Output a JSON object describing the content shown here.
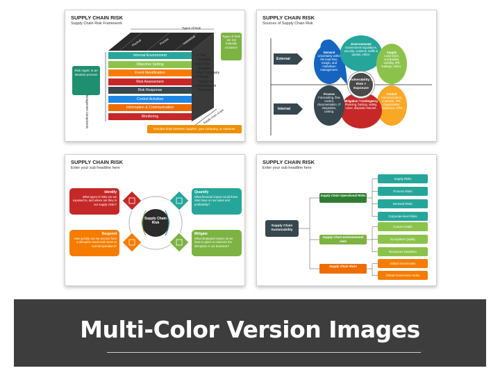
{
  "slides": {
    "s1": {
      "title": "SUPPLY CHAIN RISK",
      "subtitle": "Supply Chain Risk Framework",
      "types_of_risk": "Types of Risk",
      "side_label": "Risk Management Components",
      "front_labels": [
        "Physical",
        "Process",
        "Institutional"
      ],
      "layers": [
        "Internal Environment",
        "Objective Setting",
        "Event Identification",
        "Risk Assessment",
        "Risk Response",
        "Control Activities",
        "Information & Communication",
        "Monitoring"
      ],
      "layer_colors": [
        "#27a69a",
        "#8bc34a",
        "#f57c00",
        "#c62828",
        "#37474f",
        "#1e88e5",
        "#ef6c00",
        "#c62828"
      ],
      "bullets": [
        "X Tier",
        "Supplier",
        "First Tier",
        "Supplier",
        "Your Company",
        "Primary",
        "Customer",
        "Downstream",
        "Customer"
      ],
      "risk_mgmt_box": "Risk mgmt. is an iterative process",
      "types_box": "Types of Risk are not mutually exclusive",
      "chain_scope": "Supply chain scope",
      "footer_box": "Includes links between supplier, your company, & customer"
    },
    "s2": {
      "title": "SUPPLY CHAIN RISK",
      "subtitle": "Sources of Supply Chain Risk",
      "external": "External",
      "internal": "Internal",
      "center": "Vulnerability = Risk × Exposure",
      "petals": [
        {
          "title": "Demand",
          "text": "Uncertainty within the lead time, margin, and markdown management.",
          "color": "#1565c0"
        },
        {
          "title": "Environmental",
          "text": "Government regulations, security, customs, tariffs & quotas, ethics.",
          "color": "#26a69a"
        },
        {
          "title": "Supply",
          "text": "Lead times, unreliability, visibility, IPR leakage, ethics.",
          "color": "#8bc34a"
        },
        {
          "title": "Control",
          "text": "Communication, contracts, IPR, Organization, compliance, KPIs.",
          "color": "#f9a825"
        },
        {
          "title": "Mitigation / Contingency",
          "text": "Planning, backup, safety, cover, disposal channel.",
          "color": "#c62828"
        },
        {
          "title": "Process",
          "text": "Forecasting, flow control, documentation, IT integration, costing.",
          "color": "#37474f"
        }
      ]
    },
    "s3": {
      "title": "SUPPLY CHAIN RISK",
      "subtitle": "Enter your sub headline here",
      "center": "Supply Chain Risk",
      "items": [
        {
          "title": "Identify",
          "text": "What types of risks are we exposed to, and where are they in our supply chain?",
          "color": "#c62828"
        },
        {
          "title": "Quantify",
          "text": "What financial impact could these risks have on our sales and profitability?",
          "color": "#26a69a"
        },
        {
          "title": "Respond",
          "text": "How quickly can we recover from a disruptive event and return to normal operations?",
          "color": "#f57c00"
        },
        {
          "title": "Mitigate",
          "text": "What strategies/ tactics do we have in place to minimize the disruption in our business?",
          "color": "#7cb342"
        }
      ]
    },
    "s4": {
      "title": "SUPPLY CHAIN RISK",
      "subtitle": "Enter your sub headline here",
      "root": "Supply Chain Sustainability",
      "groups": [
        {
          "label": "Supply Chain Operational Risks",
          "color": "#2e7d32",
          "leaf_color": "#26a69a",
          "leaves": [
            "Supply Risks",
            "Process Risks",
            "Demand Risks",
            "Corporate-level Risks"
          ]
        },
        {
          "label": "Supply Chain Environmental risks",
          "color": "#7cb342",
          "leaf_color": "#8bc34a",
          "leaves": [
            "Human Health",
            "Ecosystem Quality",
            "Resources Depletion"
          ]
        },
        {
          "label": "Supply Chain Risks",
          "color": "#ef6c00",
          "leaf_color": "#f57c00",
          "leaves": [
            "Global Social Index",
            "Global Governance Index"
          ]
        }
      ]
    }
  },
  "banner": {
    "title": "Multi-Color Version Images"
  }
}
